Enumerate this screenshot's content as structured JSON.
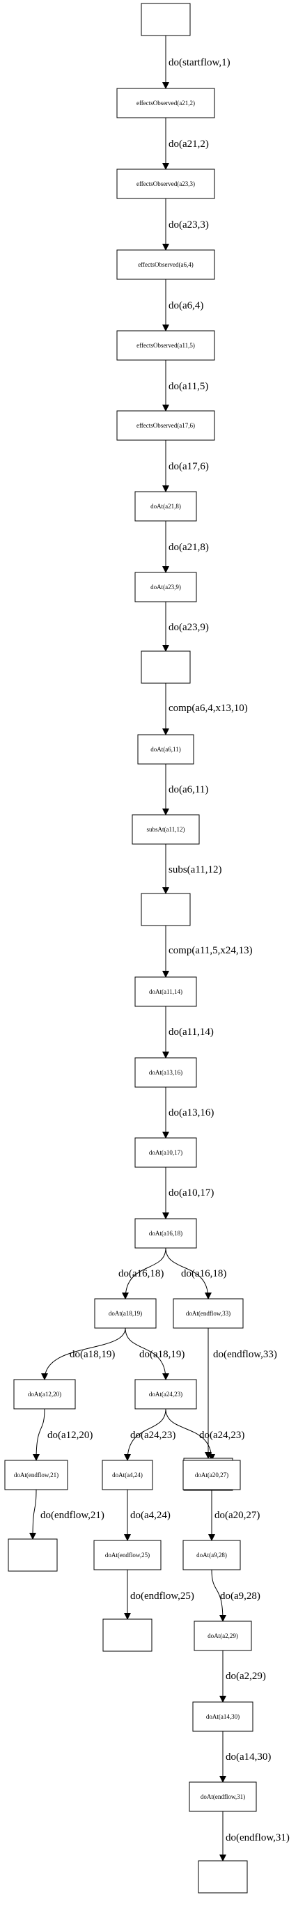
{
  "nodes": [
    {
      "id": "n0",
      "label": ""
    },
    {
      "id": "n1",
      "label": "effectsObserved(a21,2)"
    },
    {
      "id": "n2",
      "label": "effectsObserved(a23,3)"
    },
    {
      "id": "n3",
      "label": "effectsObserved(a6,4)"
    },
    {
      "id": "n4",
      "label": "effectsObserved(a11,5)"
    },
    {
      "id": "n5",
      "label": "effectsObserved(a17,6)"
    },
    {
      "id": "n6",
      "label": "doAt(a21,8)"
    },
    {
      "id": "n7",
      "label": "doAt(a23,9)"
    },
    {
      "id": "n8",
      "label": ""
    },
    {
      "id": "n9",
      "label": "doAt(a6,11)"
    },
    {
      "id": "n10",
      "label": "subsAt(a11,12)"
    },
    {
      "id": "n11",
      "label": ""
    },
    {
      "id": "n12",
      "label": "doAt(a11,14)"
    },
    {
      "id": "n13",
      "label": "doAt(a13,16)"
    },
    {
      "id": "n14",
      "label": "doAt(a10,17)"
    },
    {
      "id": "n15",
      "label": "doAt(a16,18)"
    },
    {
      "id": "n16",
      "label": "doAt(a18,19)"
    },
    {
      "id": "n17",
      "label": "doAt(endflow,33)"
    },
    {
      "id": "n18",
      "label": "doAt(a12,20)"
    },
    {
      "id": "n19",
      "label": "doAt(a24,23)"
    },
    {
      "id": "n20",
      "label": ""
    },
    {
      "id": "n21",
      "label": "doAt(endflow,21)"
    },
    {
      "id": "n22",
      "label": "doAt(a4,24)"
    },
    {
      "id": "n23",
      "label": "doAt(a20,27)"
    },
    {
      "id": "n24",
      "label": ""
    },
    {
      "id": "n25",
      "label": "doAt(endflow,25)"
    },
    {
      "id": "n26",
      "label": "doAt(a9,28)"
    },
    {
      "id": "n27",
      "label": ""
    },
    {
      "id": "n28",
      "label": "doAt(a2,29)"
    },
    {
      "id": "n29",
      "label": "doAt(a14,30)"
    },
    {
      "id": "n30",
      "label": "doAt(endflow,31)"
    },
    {
      "id": "n31",
      "label": ""
    }
  ],
  "edges": [
    {
      "from": "n0",
      "to": "n1",
      "label": "do(startflow,1)"
    },
    {
      "from": "n1",
      "to": "n2",
      "label": "do(a21,2)"
    },
    {
      "from": "n2",
      "to": "n3",
      "label": "do(a23,3)"
    },
    {
      "from": "n3",
      "to": "n4",
      "label": "do(a6,4)"
    },
    {
      "from": "n4",
      "to": "n5",
      "label": "do(a11,5)"
    },
    {
      "from": "n5",
      "to": "n6",
      "label": "do(a17,6)"
    },
    {
      "from": "n6",
      "to": "n7",
      "label": "do(a21,8)"
    },
    {
      "from": "n7",
      "to": "n8",
      "label": "do(a23,9)"
    },
    {
      "from": "n8",
      "to": "n9",
      "label": "comp(a6,4,x13,10)"
    },
    {
      "from": "n9",
      "to": "n10",
      "label": "do(a6,11)"
    },
    {
      "from": "n10",
      "to": "n11",
      "label": "subs(a11,12)"
    },
    {
      "from": "n11",
      "to": "n12",
      "label": "comp(a11,5,x24,13)"
    },
    {
      "from": "n12",
      "to": "n13",
      "label": "do(a11,14)"
    },
    {
      "from": "n13",
      "to": "n14",
      "label": "do(a13,16)"
    },
    {
      "from": "n14",
      "to": "n15",
      "label": "do(a10,17)"
    },
    {
      "from": "n15",
      "to": "n16",
      "label": "do(a16,18)"
    },
    {
      "from": "n15",
      "to": "n17",
      "label": "do(a16,18)"
    },
    {
      "from": "n16",
      "to": "n18",
      "label": "do(a18,19)"
    },
    {
      "from": "n16",
      "to": "n19",
      "label": "do(a18,19)"
    },
    {
      "from": "n17",
      "to": "n20",
      "label": "do(endflow,33)"
    },
    {
      "from": "n18",
      "to": "n21",
      "label": "do(a12,20)"
    },
    {
      "from": "n19",
      "to": "n22",
      "label": "do(a24,23)"
    },
    {
      "from": "n19",
      "to": "n23",
      "label": "do(a24,23)"
    },
    {
      "from": "n21",
      "to": "n24",
      "label": "do(endflow,21)"
    },
    {
      "from": "n22",
      "to": "n25",
      "label": "do(a4,24)"
    },
    {
      "from": "n23",
      "to": "n26",
      "label": "do(a20,27)"
    },
    {
      "from": "n25",
      "to": "n27",
      "label": "do(endflow,25)"
    },
    {
      "from": "n26",
      "to": "n28",
      "label": "do(a9,28)"
    },
    {
      "from": "n28",
      "to": "n29",
      "label": "do(a2,29)"
    },
    {
      "from": "n29",
      "to": "n30",
      "label": "do(a14,30)"
    },
    {
      "from": "n30",
      "to": "n31",
      "label": "do(endflow,31)"
    }
  ]
}
